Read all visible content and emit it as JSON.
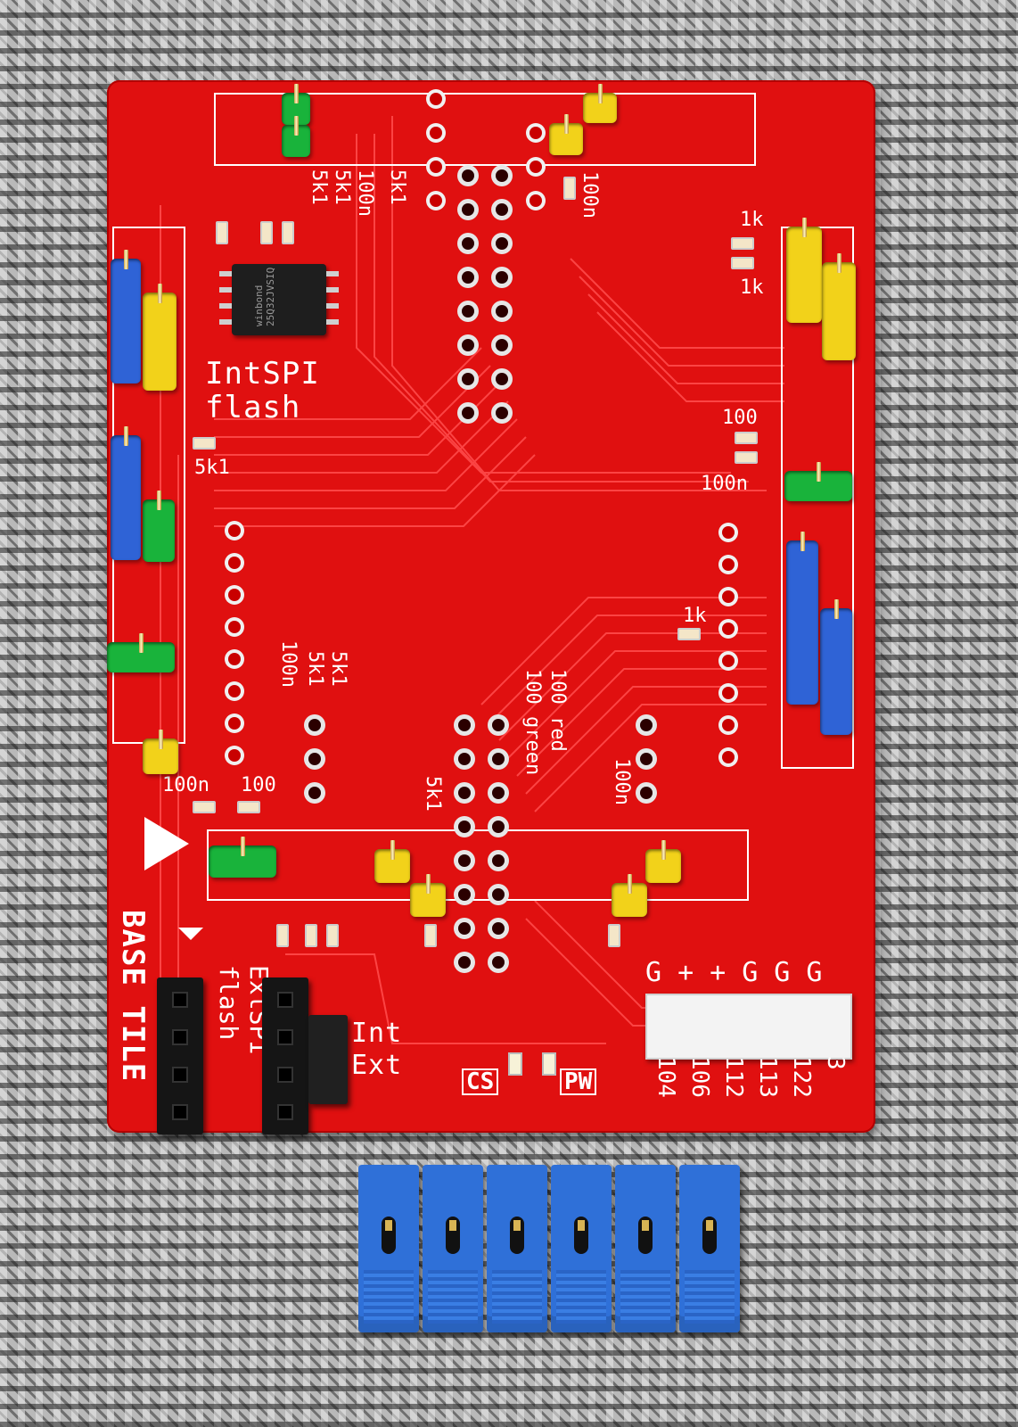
{
  "board": {
    "color": "#e01010",
    "silkscreen_color": "#ffffff",
    "brand": "BASE TILE",
    "labels": {
      "chip_label": "IntSPI",
      "chip_label2": "flash",
      "ext_label": "ExtSPI",
      "ext_label2": "flash",
      "int": "Int",
      "ext": "Ext",
      "cs": "CS",
      "pw": "PW",
      "top_5k1_a": "5k1",
      "top_5k1_b": "5k1",
      "top_100n": "100n",
      "top_5k1_c": "5k1",
      "top_right_100n": "100n",
      "r_1k_top": "1k",
      "r_1k_bottom": "1k",
      "r_100": "100",
      "r_100n": "100n",
      "left_5k1": "5k1",
      "mid_5k1_a": "5k1",
      "mid_5k1_b": "5k1",
      "mid_100n": "100n",
      "r_100_red": "100 red",
      "r_100_green": "100 green",
      "right_1k": "1k",
      "bottom_100n_left": "100n",
      "bottom_100_left": "100",
      "bottom_5k1": "5k1",
      "bottom_right_100n": "100n",
      "power_top": [
        "G",
        "+",
        "+",
        "G",
        "G",
        "G"
      ],
      "power_bottom": [
        "104",
        "106",
        "112",
        "113",
        "122",
        "3"
      ]
    },
    "chip_marking": "winbond 25Q32JVSIQ"
  },
  "jumper_colors": {
    "yellow": "#f2d21a",
    "green": "#19b33b",
    "blue": "#2f63d6",
    "blue_caps": "#2f70d8"
  }
}
